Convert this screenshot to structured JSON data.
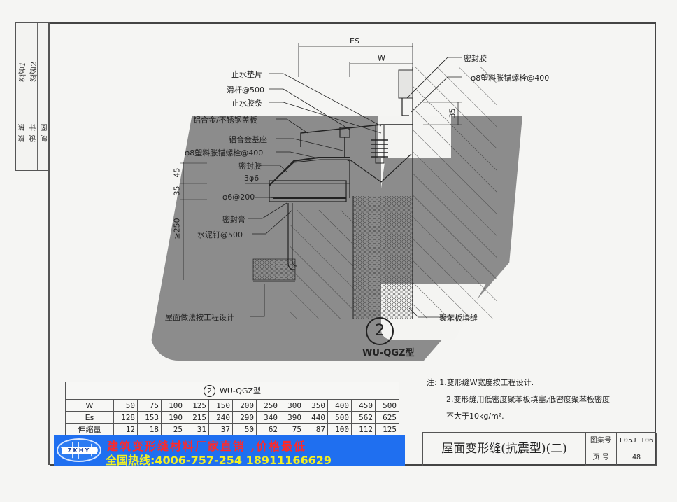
{
  "sidebar_strip": {
    "labels": [
      "校核",
      "设计",
      "制图"
    ],
    "signatures": [
      "签名1",
      "签名2"
    ]
  },
  "drawing": {
    "dimensions": {
      "es": "ES",
      "w": "W",
      "d35_right": "35",
      "d45": "45",
      "d35_left": "35",
      "d250": "≥250"
    },
    "labels_left": [
      "止水垫片",
      "滑杆@500",
      "止水胶条",
      "铝合金/不锈钢盖板",
      "铝合金基座",
      "φ8塑料胀锚螺栓@400",
      "密封胶",
      "3φ6",
      "φ6@200",
      "密封膏",
      "水泥钉@500",
      "屋面做法按工程设计"
    ],
    "labels_right": [
      "密封胶",
      "φ8塑料胀锚螺栓@400",
      "聚苯板填缝"
    ],
    "figure_number": "2",
    "figure_type": "WU-QGZ型"
  },
  "table": {
    "title_number": "2",
    "title": "WU-QGZ型",
    "rows": [
      {
        "header": "W",
        "values": [
          "50",
          "75",
          "100",
          "125",
          "150",
          "200",
          "250",
          "300",
          "350",
          "400",
          "450",
          "500"
        ]
      },
      {
        "header": "Es",
        "values": [
          "128",
          "153",
          "190",
          "215",
          "240",
          "290",
          "340",
          "390",
          "440",
          "500",
          "562",
          "625"
        ]
      },
      {
        "header": "伸缩量",
        "values": [
          "12",
          "18",
          "25",
          "31",
          "37",
          "50",
          "62",
          "75",
          "87",
          "100",
          "112",
          "125"
        ]
      }
    ]
  },
  "banner": {
    "logo_text": "ZKHY",
    "line1": "建筑变形缝材料厂家直销 ,价格最低",
    "line2": "全国热线:4006-757-254  18911166629",
    "colors": {
      "background": "#1f6ff0",
      "line1": "#ff2a2a",
      "line2": "#f4f022"
    }
  },
  "notes": {
    "prefix": "注:",
    "items": [
      "1.变形缝W宽度按工程设计.",
      "2.变形缝用低密度聚苯板填塞,低密度聚苯板密度",
      "不大于10kg/m²."
    ]
  },
  "title_block": {
    "title": "屋面变形缝(抗震型)(二)",
    "atlas_label": "图集号",
    "atlas_value": "L05J T06",
    "page_label": "页  号",
    "page_value": "48"
  },
  "watermark": {
    "color": "#8c8c8c"
  }
}
